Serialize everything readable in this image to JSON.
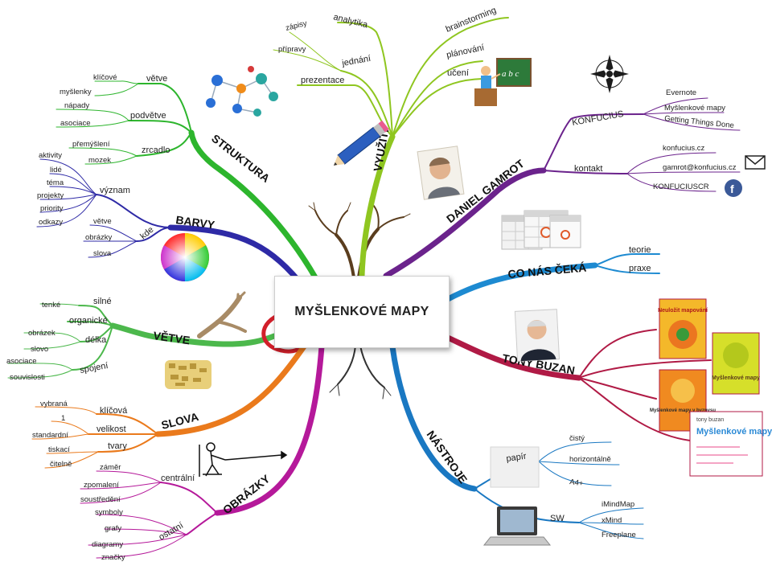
{
  "center": {
    "title": "MYŠLENKOVÉ MAPY"
  },
  "branches": {
    "struktura": {
      "title": "STRUKTURA",
      "vetve": {
        "label": "větve",
        "items": [
          "klíčové",
          "myšlenky"
        ]
      },
      "podvetve": {
        "label": "podvětve",
        "items": [
          "nápady",
          "asociace"
        ]
      },
      "zrcadlo": {
        "label": "zrcadlo",
        "items": [
          "přemýšlení",
          "mozek"
        ]
      }
    },
    "barvy": {
      "title": "BARVY",
      "vyznam": {
        "label": "význam",
        "items": [
          "aktivity",
          "lidé",
          "téma",
          "projekty",
          "priority",
          "odkazy"
        ]
      },
      "kde": {
        "label": "kde",
        "items": [
          "větve",
          "obrázky",
          "slova"
        ]
      }
    },
    "vetve": {
      "title": "VĚTVE",
      "items": [
        {
          "label": "silné",
          "sub": [
            "tenké"
          ]
        },
        {
          "label": "organické",
          "sub": []
        },
        {
          "label": "délka",
          "sub": [
            "obrázek",
            "slovo"
          ]
        },
        {
          "label": "spojení",
          "sub": [
            "asociace",
            "souvislosti"
          ]
        }
      ]
    },
    "slova": {
      "title": "SLOVA",
      "items": [
        {
          "label": "klíčová",
          "sub": [
            "vybraná"
          ]
        },
        {
          "label": "velikost",
          "sub": [
            "1",
            "standardní"
          ]
        },
        {
          "label": "tvary",
          "sub": [
            "tiskací",
            "čitelně"
          ]
        }
      ]
    },
    "obrazky": {
      "title": "OBRÁZKY",
      "centralni": {
        "label": "centrální",
        "items": [
          "záměr",
          "zpomalení",
          "soustředění"
        ]
      },
      "ostatni": {
        "label": "ostatní",
        "items": [
          "symboly",
          "grafy",
          "diagramy",
          "značky"
        ]
      }
    },
    "vyuziti": {
      "title": "VYUŽITÍ",
      "analytika": "analytika",
      "jednani": {
        "label": "jednání",
        "items": [
          "zápisy",
          "přípravy"
        ]
      },
      "prezentace": "prezentace",
      "brainstorming": "brainstorming",
      "planovani": "plánování",
      "uceni": "učení",
      "board_text": "a b c"
    },
    "gamrot": {
      "title": "DANIEL GAMROT",
      "konfucius": {
        "label": "KONFUCIUS",
        "items": [
          "Evernote",
          "Myšlenkové mapy",
          "Getting Things Done"
        ]
      },
      "kontakt": {
        "label": "kontakt",
        "items": [
          "konfucius.cz",
          "gamrot@konfucius.cz",
          "KONFUCIUSCR"
        ]
      },
      "fb": "f"
    },
    "conas": {
      "title": "CO NÁS ČEKÁ",
      "items": [
        "teorie",
        "praxe"
      ]
    },
    "buzan": {
      "title": "TONY BUZAN",
      "books": [
        "Neuložit mapování",
        "Myšlenkové mapy",
        "Myšlenkové mapy v byznysu",
        "Myšlenkové mapy"
      ],
      "book4_author": "tony buzan"
    },
    "nastroje": {
      "title": "NÁSTROJE",
      "papir": {
        "label": "papír",
        "items": [
          "čistý",
          "horizontálně",
          "A4+"
        ]
      },
      "sw": {
        "label": "SW",
        "items": [
          "iMindMap",
          "xMind",
          "Freeplane"
        ]
      }
    }
  },
  "colors": {
    "struktura": "#2db52d",
    "barvy": "#2e2aa6",
    "vetve": "#4cb84c",
    "slova": "#ea7a1c",
    "obrazky": "#b5199a",
    "vyuziti": "#8fc620",
    "gamrot": "#6b238c",
    "conas": "#1d8ad1",
    "buzan": "#b01a45",
    "nastroje": "#1a78c2"
  }
}
